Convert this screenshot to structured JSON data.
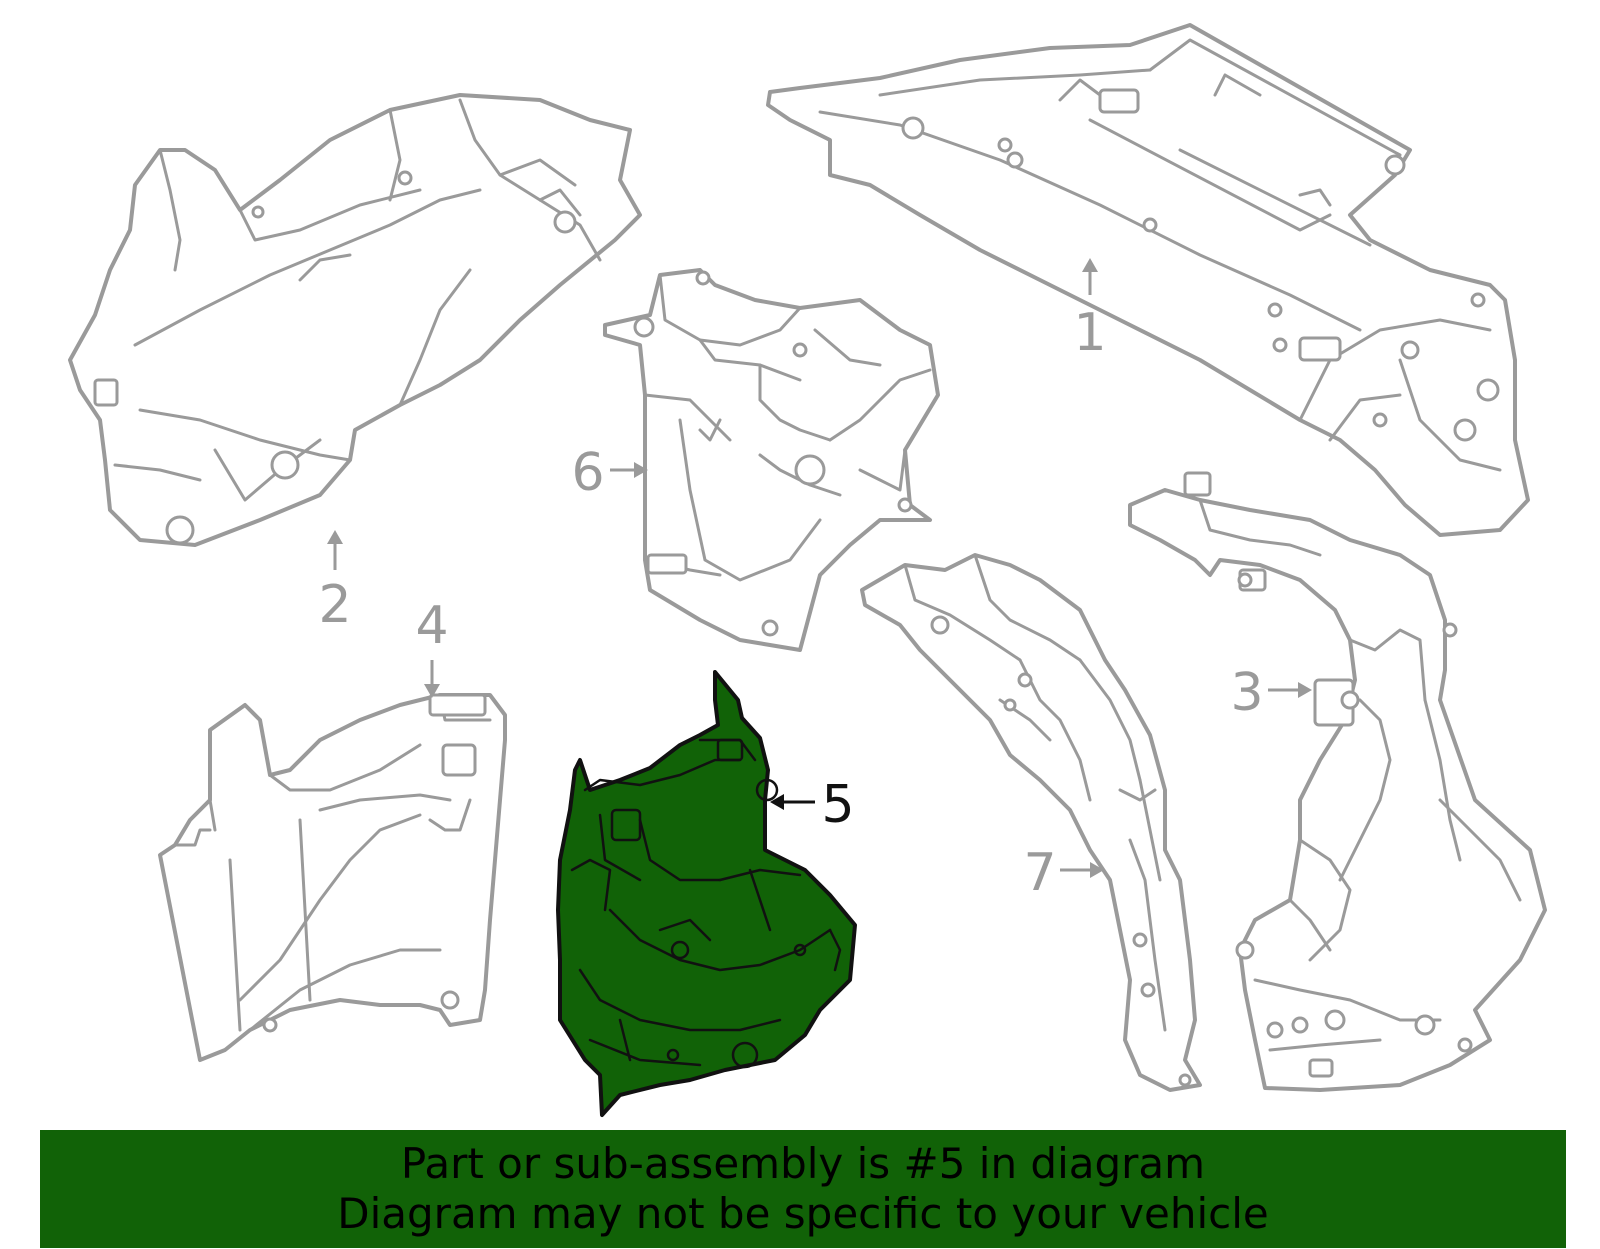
{
  "diagram": {
    "callouts": [
      {
        "id": "1",
        "label": "1"
      },
      {
        "id": "2",
        "label": "2"
      },
      {
        "id": "3",
        "label": "3"
      },
      {
        "id": "4",
        "label": "4"
      },
      {
        "id": "5",
        "label": "5",
        "highlighted": true
      },
      {
        "id": "6",
        "label": "6"
      },
      {
        "id": "7",
        "label": "7"
      }
    ],
    "highlighted_part": "5",
    "colors": {
      "highlight": "#116207",
      "outline": "#9a9a9a",
      "highlight_outline": "#111111"
    }
  },
  "banner": {
    "line1": "Part or sub-assembly is #5 in diagram",
    "line2": "Diagram may not be specific to your vehicle"
  }
}
